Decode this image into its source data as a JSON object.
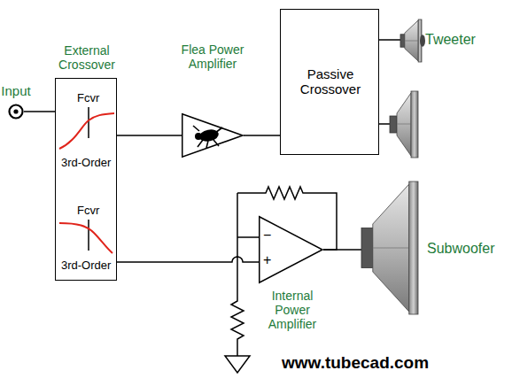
{
  "diagram": {
    "nodes": [
      {
        "text": [
          "Input"
        ]
      },
      {
        "text": [
          "External Crossover",
          "Fcvr",
          "3rd-Order",
          "Fcvr",
          "3rd-Order"
        ]
      },
      {
        "text": [
          "Flea Power Amplifier"
        ]
      },
      {
        "text": [
          "Passive Crossover"
        ]
      },
      {
        "text": [
          "Tweeter"
        ]
      },
      {
        "text": [
          "−",
          "+",
          "Internal Power Amplifier"
        ]
      },
      {
        "text": [
          "Subwoofer"
        ]
      }
    ],
    "edges": [
      {
        "from": 0,
        "to": 1,
        "arrow": "none"
      },
      {
        "from": 1,
        "to": 2,
        "arrow": "none"
      },
      {
        "from": 2,
        "to": 3,
        "arrow": "none"
      },
      {
        "from": 3,
        "to": 4,
        "arrow": "none"
      },
      {
        "from": 1,
        "to": 5,
        "arrow": "none"
      },
      {
        "from": 5,
        "to": 6,
        "arrow": "none"
      }
    ],
    "labels": [
      "www.tubecad.com"
    ]
  }
}
